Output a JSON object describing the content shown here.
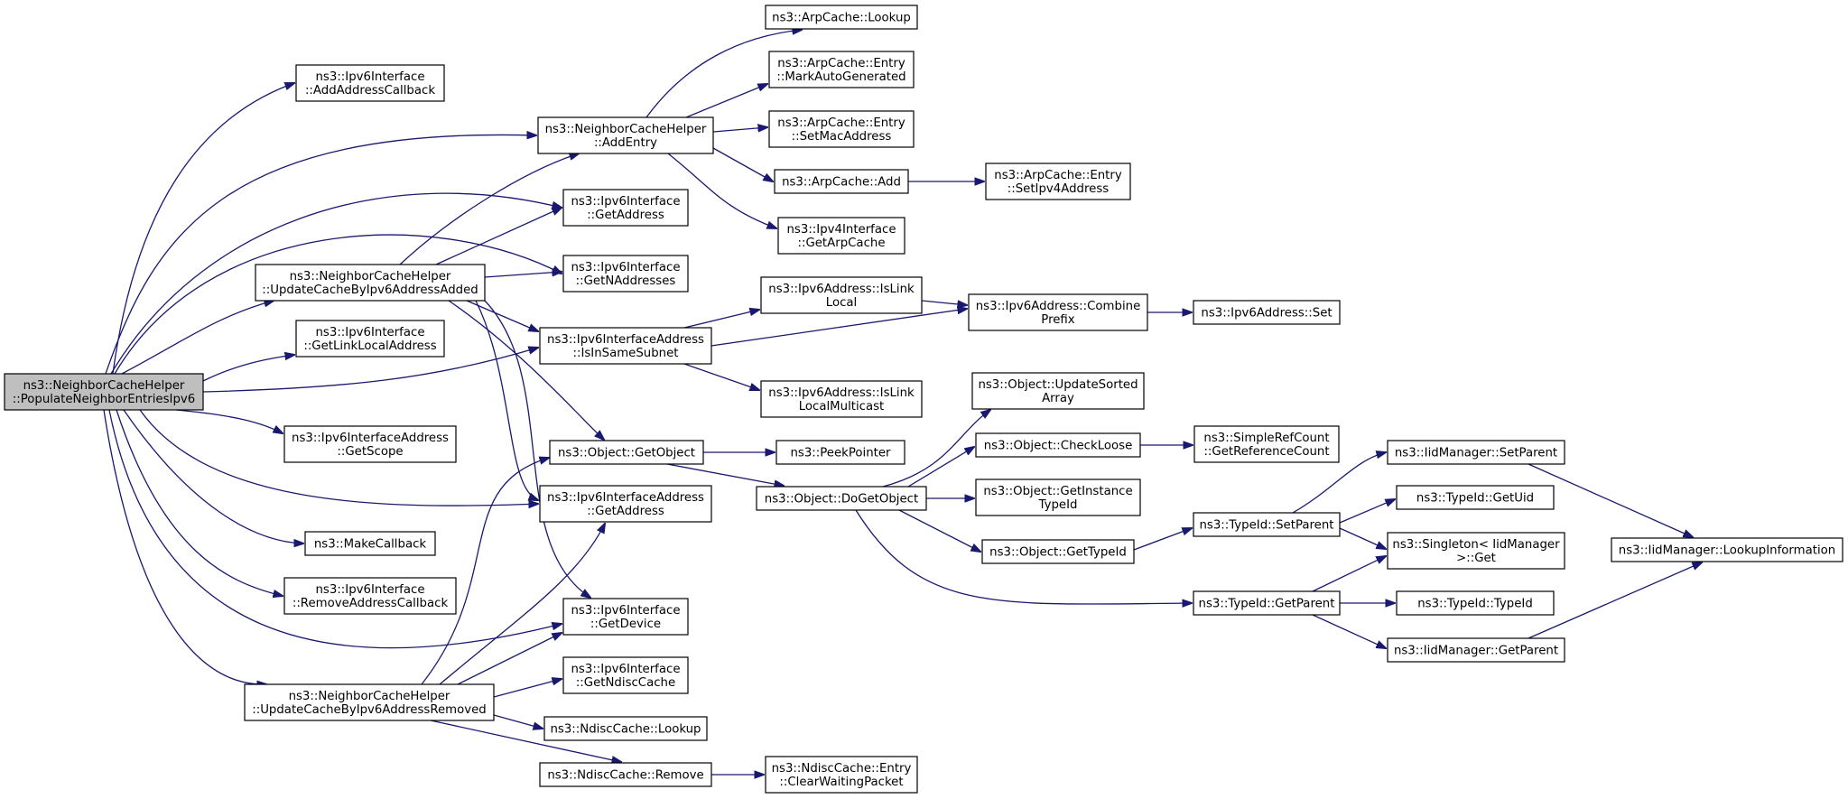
{
  "colors": {
    "edge": "#191970",
    "node_border": "#000000",
    "node_fill": "#ffffff",
    "root_fill": "#bfbfbf"
  },
  "nodes": {
    "root": [
      "ns3::NeighborCacheHelper",
      "::PopulateNeighborEntriesIpv6"
    ],
    "addAddrCb": [
      "ns3::Ipv6Interface",
      "::AddAddressCallback"
    ],
    "addEntry": [
      "ns3::NeighborCacheHelper",
      "::AddEntry"
    ],
    "ipv6GetAddress": [
      "ns3::Ipv6Interface",
      "::GetAddress"
    ],
    "updateAdded": [
      "ns3::NeighborCacheHelper",
      "::UpdateCacheByIpv6AddressAdded"
    ],
    "getNAddresses": [
      "ns3::Ipv6Interface",
      "::GetNAddresses"
    ],
    "getLinkLocal": [
      "ns3::Ipv6Interface",
      "::GetLinkLocalAddress"
    ],
    "isInSameSubnet": [
      "ns3::Ipv6InterfaceAddress",
      "::IsInSameSubnet"
    ],
    "getScope": [
      "ns3::Ipv6InterfaceAddress",
      "::GetScope"
    ],
    "getObject": [
      "ns3::Object::GetObject"
    ],
    "ifaceAddrGetAddress": [
      "ns3::Ipv6InterfaceAddress",
      "::GetAddress"
    ],
    "makeCallback": [
      "ns3::MakeCallback"
    ],
    "removeAddrCb": [
      "ns3::Ipv6Interface",
      "::RemoveAddressCallback"
    ],
    "getDevice": [
      "ns3::Ipv6Interface",
      "::GetDevice"
    ],
    "updateRemoved": [
      "ns3::NeighborCacheHelper",
      "::UpdateCacheByIpv6AddressRemoved"
    ],
    "getNdiscCache": [
      "ns3::Ipv6Interface",
      "::GetNdiscCache"
    ],
    "ndiscLookup": [
      "ns3::NdiscCache::Lookup"
    ],
    "ndiscRemove": [
      "ns3::NdiscCache::Remove"
    ],
    "clearWaiting": [
      "ns3::NdiscCache::Entry",
      "::ClearWaitingPacket"
    ],
    "arpLookup": [
      "ns3::ArpCache::Lookup"
    ],
    "markAuto": [
      "ns3::ArpCache::Entry",
      "::MarkAutoGenerated"
    ],
    "setMac": [
      "ns3::ArpCache::Entry",
      "::SetMacAddress"
    ],
    "arpAdd": [
      "ns3::ArpCache::Add"
    ],
    "setIpv4": [
      "ns3::ArpCache::Entry",
      "::SetIpv4Address"
    ],
    "getArpCache": [
      "ns3::Ipv4Interface",
      "::GetArpCache"
    ],
    "isLinkLocal": [
      "ns3::Ipv6Address::IsLink",
      "Local"
    ],
    "combinePrefix": [
      "ns3::Ipv6Address::Combine",
      "Prefix"
    ],
    "ipv6Set": [
      "ns3::Ipv6Address::Set"
    ],
    "isLinkLocalMc": [
      "ns3::Ipv6Address::IsLink",
      "LocalMulticast"
    ],
    "peekPointer": [
      "ns3::PeekPointer"
    ],
    "doGetObject": [
      "ns3::Object::DoGetObject"
    ],
    "updateSorted": [
      "ns3::Object::UpdateSorted",
      "Array"
    ],
    "checkLoose": [
      "ns3::Object::CheckLoose"
    ],
    "getRefCount": [
      "ns3::SimpleRefCount",
      "::GetReferenceCount"
    ],
    "getInstanceTypeId": [
      "ns3::Object::GetInstance",
      "TypeId"
    ],
    "getTypeId": [
      "ns3::Object::GetTypeId"
    ],
    "typeIdSetParent": [
      "ns3::TypeId::SetParent"
    ],
    "typeIdGetParent": [
      "ns3::TypeId::GetParent"
    ],
    "iidSetParent": [
      "ns3::IidManager::SetParent"
    ],
    "getUid": [
      "ns3::TypeId::GetUid"
    ],
    "singletonGet": [
      "ns3::Singleton< IidManager",
      ">::Get"
    ],
    "typeIdTypeId": [
      "ns3::TypeId::TypeId"
    ],
    "iidGetParent": [
      "ns3::IidManager::GetParent"
    ],
    "lookupInformation": [
      "ns3::IidManager::LookupInformation"
    ]
  }
}
